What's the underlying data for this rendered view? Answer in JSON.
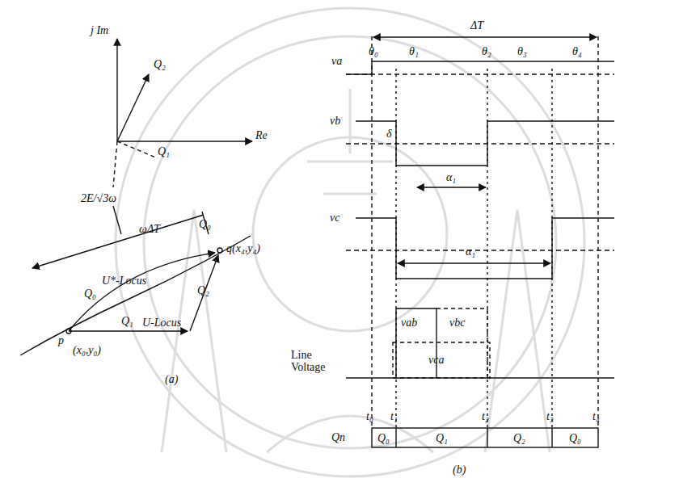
{
  "diagram": {
    "labels": [
      "j Im",
      "Re",
      "Q₂",
      "Q₁",
      "2E/√3ω",
      "ωΔT",
      "Q₀",
      "q(x₄,y₄)",
      "Q₀",
      "U*-Locus",
      "p",
      "(x₀,y₀)",
      "Q₁",
      "U-Locus",
      "Q₂",
      "(a)",
      "ΔT",
      "va",
      "θ₀",
      "θ₁",
      "θ₂",
      "θ₃",
      "θ₄",
      "vb",
      "δ",
      "α₁",
      "vc",
      "α₁",
      "Line Voltage",
      "vab",
      "vbc",
      "vca",
      "t₀",
      "t₁",
      "t₂",
      "t₃",
      "t₄",
      "Qn",
      "Q₀",
      "Q₁",
      "Q₂",
      "Q₀",
      "(b)"
    ]
  }
}
